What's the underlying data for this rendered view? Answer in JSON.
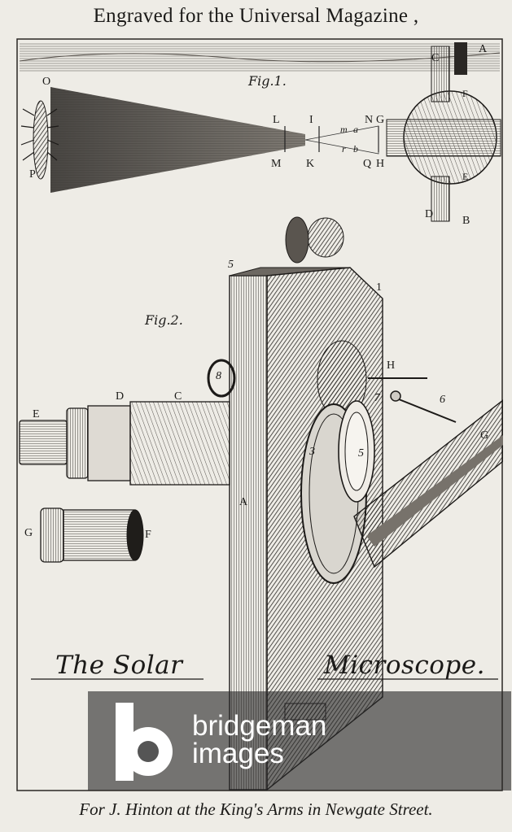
{
  "header": {
    "text": "Engraved for the Universal Magazine ,"
  },
  "figures": {
    "fig1": {
      "caption": "Fig.1.",
      "labels": {
        "O": "O",
        "P": "P",
        "L": "L",
        "I": "I",
        "N": "N",
        "G": "G",
        "M": "M",
        "K": "K",
        "Q": "Q",
        "H": "H",
        "m": "m",
        "a": "a",
        "r": "r",
        "b": "b",
        "C": "C",
        "A": "A",
        "F": "F",
        "E": "E",
        "D": "D",
        "B": "B"
      }
    },
    "fig2": {
      "caption": "Fig.2.",
      "labels": {
        "n5": "5",
        "n1": "1",
        "n8": "8",
        "H": "H",
        "n7": "7",
        "n6": "6",
        "G": "G",
        "n3": "3",
        "n5b": "5",
        "E": "E",
        "D": "D",
        "C": "C",
        "A": "A",
        "G2": "G",
        "F": "F"
      }
    }
  },
  "title": {
    "left": "The Solar",
    "right": "Microscope."
  },
  "watermark": {
    "line1": "bridgeman",
    "line2": "images"
  },
  "footer": {
    "text": "For J. Hinton at the King's Arms in Newgate Street."
  }
}
